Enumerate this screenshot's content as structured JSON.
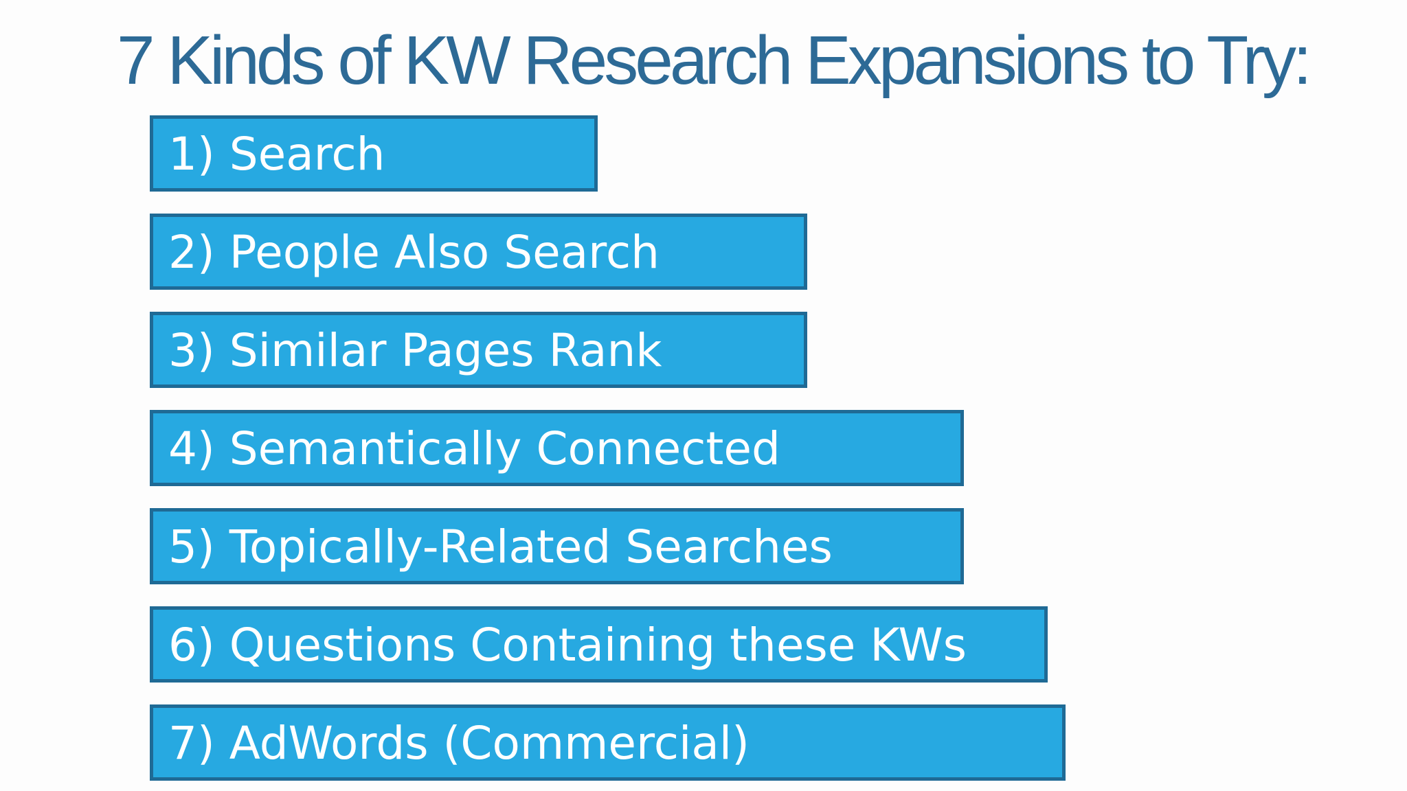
{
  "slide": {
    "title": "7 Kinds of KW Research Expansions to Try:",
    "items": [
      "1) Search",
      "2) People Also Search",
      "3) Similar Pages Rank",
      "4) Semantically Connected",
      "5) Topically-Related Searches",
      "6) Questions Containing these KWs",
      "7) AdWords (Commercial)"
    ]
  },
  "colors": {
    "title": "#2d6a96",
    "bar_fill": "#27a9e1",
    "bar_border": "#1f6a95",
    "bar_text": "#ffffff",
    "background": "#fdfdfd"
  }
}
